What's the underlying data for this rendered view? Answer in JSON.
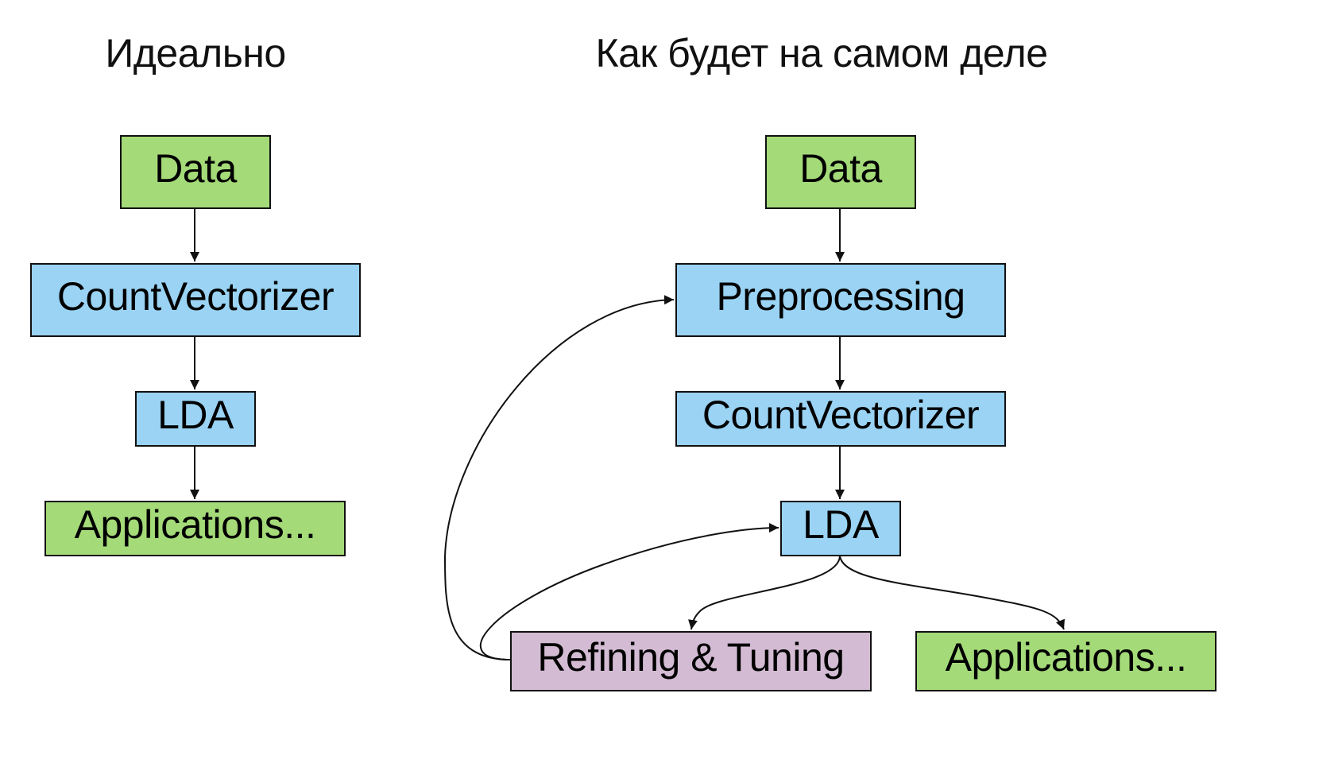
{
  "colors": {
    "data": "#a4da78",
    "process": "#9ad3f3",
    "refine": "#d3bcd3",
    "stroke": "#111111"
  },
  "left": {
    "title": "Идеально",
    "nodes": [
      {
        "id": "l-data",
        "label": "Data",
        "kind": "data"
      },
      {
        "id": "l-countvec",
        "label": "CountVectorizer",
        "kind": "process"
      },
      {
        "id": "l-lda",
        "label": "LDA",
        "kind": "process"
      },
      {
        "id": "l-apps",
        "label": "Applications...",
        "kind": "data"
      }
    ],
    "edges": [
      {
        "from": "l-data",
        "to": "l-countvec"
      },
      {
        "from": "l-countvec",
        "to": "l-lda"
      },
      {
        "from": "l-lda",
        "to": "l-apps"
      }
    ]
  },
  "right": {
    "title": "Как будет на самом деле",
    "nodes": [
      {
        "id": "r-data",
        "label": "Data",
        "kind": "data"
      },
      {
        "id": "r-preproc",
        "label": "Preprocessing",
        "kind": "process"
      },
      {
        "id": "r-countvec",
        "label": "CountVectorizer",
        "kind": "process"
      },
      {
        "id": "r-lda",
        "label": "LDA",
        "kind": "process"
      },
      {
        "id": "r-refine",
        "label": "Refining & Tuning",
        "kind": "refine"
      },
      {
        "id": "r-apps",
        "label": "Applications...",
        "kind": "data"
      }
    ],
    "edges": [
      {
        "from": "r-data",
        "to": "r-preproc"
      },
      {
        "from": "r-preproc",
        "to": "r-countvec"
      },
      {
        "from": "r-countvec",
        "to": "r-lda"
      },
      {
        "from": "r-lda",
        "to": "r-refine"
      },
      {
        "from": "r-lda",
        "to": "r-apps"
      },
      {
        "from": "r-refine",
        "to": "r-lda"
      },
      {
        "from": "r-refine",
        "to": "r-preproc"
      }
    ]
  }
}
